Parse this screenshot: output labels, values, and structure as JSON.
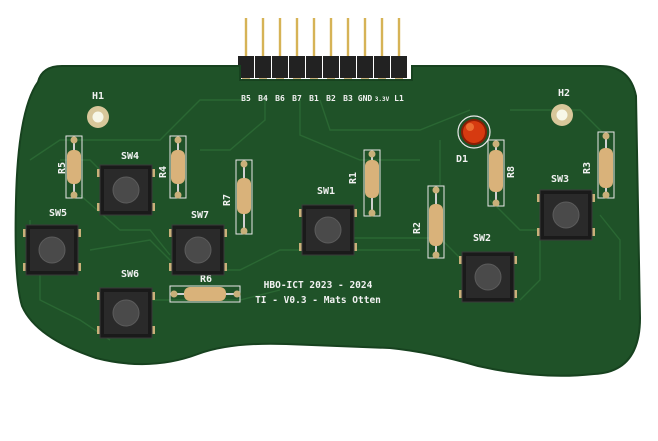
{
  "board": {
    "colors": {
      "pcb": "#1f5228",
      "pcb_edge": "#17421f",
      "trace": "#2c6a35",
      "silk": "#f2f2f2",
      "pad": "#c9b07a",
      "hole": "#f7f7e8",
      "switch_body": "#1a1a1a",
      "switch_cap": "#4a4a4a",
      "resistor": "#d9b27a",
      "led": "#d63a10",
      "pin_header": "#222222",
      "pin": "#d6b356"
    },
    "mounting_holes": [
      {
        "label": "H1"
      },
      {
        "label": "H2"
      }
    ],
    "header_pins": [
      "B5",
      "B4",
      "B6",
      "B7",
      "B1",
      "B2",
      "B3",
      "GND",
      "3.3V",
      "L1"
    ],
    "switches": [
      {
        "label": "SW1"
      },
      {
        "label": "SW2"
      },
      {
        "label": "SW3"
      },
      {
        "label": "SW4"
      },
      {
        "label": "SW5"
      },
      {
        "label": "SW6"
      },
      {
        "label": "SW7"
      }
    ],
    "resistors": [
      {
        "label": "R1"
      },
      {
        "label": "R2"
      },
      {
        "label": "R3"
      },
      {
        "label": "R4"
      },
      {
        "label": "R5"
      },
      {
        "label": "R6"
      },
      {
        "label": "R7"
      },
      {
        "label": "R8"
      }
    ],
    "led": {
      "label": "D1"
    },
    "silkscreen_text": {
      "line1": "HBO-ICT 2023 - 2024",
      "line2": "TI - V0.3 - Mats Otten"
    }
  }
}
